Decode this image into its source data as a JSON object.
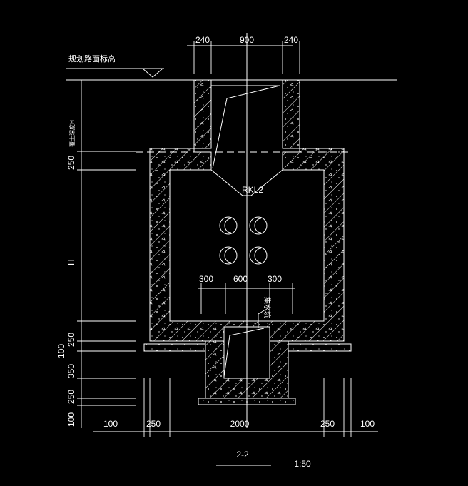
{
  "labels": {
    "road_level": "规划路面标高",
    "soil_depth": "覆土深度H",
    "rkl": "RKL2",
    "sump": "集水坑",
    "section": "2-2",
    "scale": "1:50",
    "h": "H"
  },
  "dims_top": [
    "240",
    "900",
    "240"
  ],
  "dims_inner": [
    "300",
    "600",
    "300"
  ],
  "dims_left": [
    "250",
    "250",
    "100",
    "350",
    "250",
    "100"
  ],
  "dims_bottom": [
    "100",
    "250",
    "2000",
    "250",
    "100"
  ],
  "colors": {
    "background": "#000000",
    "lines": "#ffffff"
  }
}
